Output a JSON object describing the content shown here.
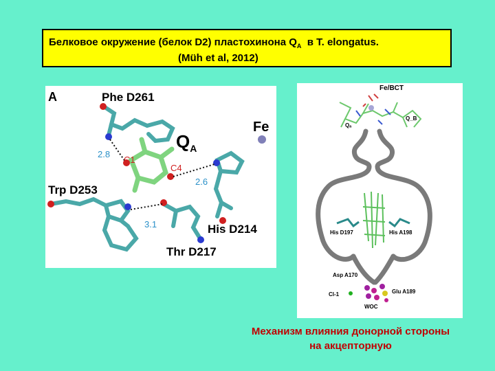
{
  "title": {
    "line1_prefix": "Белковое окружение (белок D2) пластохинона Q",
    "line1_sub": "A",
    "line1_suffix": "  в T. elongatus.",
    "line2": "(Müh et al, 2012)"
  },
  "panel_a": {
    "panel_label": "A",
    "qa_main": "Q",
    "qa_sub": "A",
    "fe_label": "Fe",
    "residues": [
      "Phe D261",
      "Trp D253",
      "His D214",
      "Thr D217"
    ],
    "atoms": [
      "C1",
      "C4"
    ],
    "distances": [
      "2.8",
      "2.6",
      "3.1"
    ]
  },
  "panel_b": {
    "labels": {
      "fe_bct": "Fe/BCT",
      "qa": "Qₐ",
      "qb": "Q_B",
      "his_d197": "His D197",
      "his_a198": "His A198",
      "asp_a170": "Asp A170",
      "glu_a189": "Glu A189",
      "cl1": "Cl-1",
      "woc": "WOC"
    }
  },
  "caption": {
    "line1": "Механизм влияния донорной стороны",
    "line2": "на акцепторную"
  },
  "colors": {
    "background": "#66f0cc",
    "title_box": "#ffff00",
    "caption": "#c00000",
    "residue_stick": "#4aa8a8",
    "quinone_stick": "#7fd47f",
    "distance_label": "#2a90c8",
    "atom_label": "#d02020"
  }
}
